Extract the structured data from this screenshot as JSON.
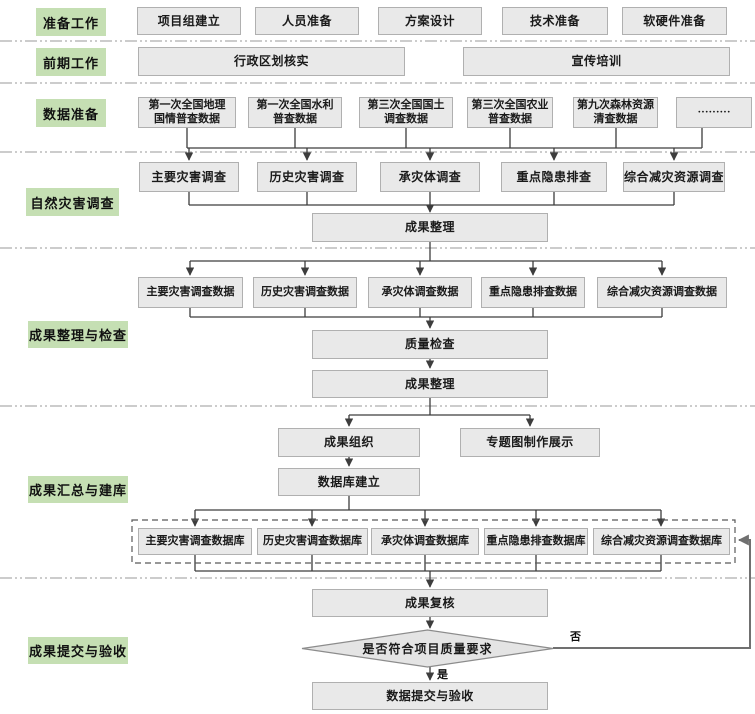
{
  "colors": {
    "lane_label_bg": "#c5dfb3",
    "box_bg": "#e9e9e9",
    "box_border": "#b0b0b0",
    "connector": "#3d3d3d",
    "feedback_line": "#707070",
    "divider": "#9a9a9a"
  },
  "lanes": [
    {
      "label": "准备工作",
      "nodes": [
        "项目组建立",
        "人员准备",
        "方案设计",
        "技术准备",
        "软硬件准备"
      ]
    },
    {
      "label": "前期工作",
      "nodes": [
        "行政区划核实",
        "宣传培训"
      ]
    },
    {
      "label": "数据准备",
      "nodes": [
        "第一次全国地理\n国情普查数据",
        "第一次全国水利\n普查数据",
        "第三次全国国土\n调查数据",
        "第三次全国农业\n普查数据",
        "第九次森林资源\n清查数据",
        "·········"
      ]
    },
    {
      "label": "自然灾害调查",
      "nodes": [
        "主要灾害调查",
        "历史灾害调查",
        "承灾体调查",
        "重点隐患排查",
        "综合减灾资源调查"
      ],
      "collate": "成果整理"
    },
    {
      "label": "成果整理与检查",
      "nodes": [
        "主要灾害调查数据",
        "历史灾害调查数据",
        "承灾体调查数据",
        "重点隐患排查数据",
        "综合减灾资源调查数据"
      ],
      "quality": "质量检查",
      "collate": "成果整理"
    },
    {
      "label": "成果汇总与建库",
      "organize": "成果组织",
      "thematic": "专题图制作展示",
      "build": "数据库建立",
      "databases": [
        "主要灾害调查数据库",
        "历史灾害调查数据库",
        "承灾体调查数据库",
        "重点隐患排查数据库",
        "综合减灾资源调查数据库"
      ]
    },
    {
      "label": "成果提交与验收",
      "review": "成果复核",
      "decision": "是否符合项目质量要求",
      "yes_label": "是",
      "no_label": "否",
      "submit": "数据提交与验收"
    }
  ]
}
